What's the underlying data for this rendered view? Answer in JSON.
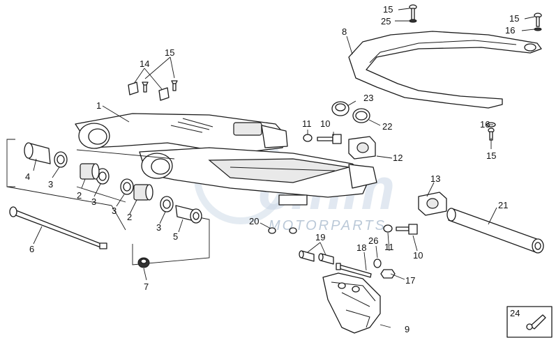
{
  "watermark": {
    "logo": "cmm",
    "sub": "MOTORPARTS"
  },
  "callouts": {
    "c1": "1",
    "c2a": "2",
    "c2b": "2",
    "c3a": "3",
    "c3b": "3",
    "c3c": "3",
    "c3d": "3",
    "c4": "4",
    "c5": "5",
    "c6": "6",
    "c7": "7",
    "c8": "8",
    "c9": "9",
    "c10a": "10",
    "c10b": "10",
    "c11a": "11",
    "c11b": "11",
    "c12": "12",
    "c13": "13",
    "c14": "14",
    "c15a": "15",
    "c15b": "15",
    "c15c": "15",
    "c15d": "15",
    "c16a": "16",
    "c16b": "16",
    "c17": "17",
    "c18": "18",
    "c19": "19",
    "c20": "20",
    "c21": "21",
    "c22": "22",
    "c23": "23",
    "c24": "24",
    "c25": "25",
    "c26": "26"
  }
}
